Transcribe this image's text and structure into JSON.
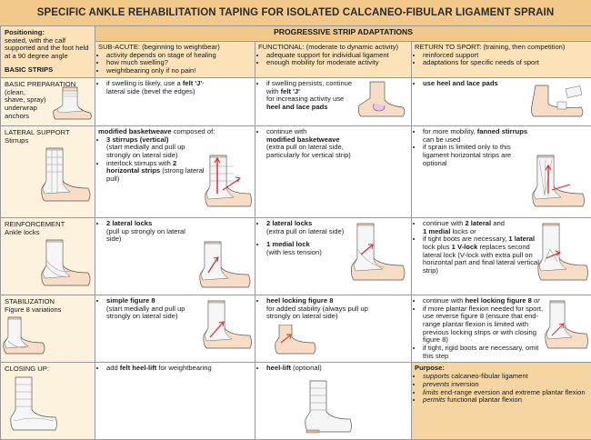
{
  "title": "SPECIFIC ANKLE REHABILITATION TAPING FOR ISOLATED CALCANEO-FIBULAR LIGAMENT SPRAIN",
  "header": {
    "positioning_label": "Positioning:",
    "positioning_text": "seated, with the calf supported and the foot held at a 90 degree angle",
    "basic_strips": "BASIC STRIPS",
    "progressive_title": "PROGRESSIVE STRIP ADAPTATIONS",
    "subacute": {
      "heading": "SUB-ACUTE: (beginning to weightbear)",
      "items": [
        "activity depends on stage of healing",
        "how much swelling?",
        "weightbearing only if no pain!"
      ]
    },
    "functional": {
      "heading": "FUNCTIONAL: (moderate to dynamic activity)",
      "items": [
        "adequate support for individual ligament",
        "enough mobility for moderate activity"
      ]
    },
    "rts": {
      "heading": "RETURN TO SPORT: (training, then competition)",
      "items": [
        "reinforced support",
        "adaptations for specific needs of sport"
      ]
    }
  },
  "rows": {
    "basic": {
      "label": "BASIC PREPARATION",
      "desc": "(clean, shave, spray) underwrap anchors",
      "subacute_pre": "if swelling is likely, use a ",
      "subacute_bold": "felt 'J'",
      "subacute_post": "-lateral side (bevel the edges)",
      "functional_pre": "if swelling persists, continue with ",
      "functional_bold": "felt 'J'",
      "functional_mid": " for increasing activity use ",
      "functional_bold2": "heel and lace pads",
      "rts_bold": "use heel and lace pads"
    },
    "lateral": {
      "label": "LATERAL SUPPORT",
      "desc": "Stirrups",
      "subacute_bold": "modified basketweave",
      "subacute_post": " composed of:",
      "sub_item1_bold": "3 stirrups (vertical)",
      "sub_item1_post": "(start medially and pull up strongly on lateral side)",
      "sub_item2_pre": "interlock stirrups with ",
      "sub_item2_bold": "2 horizontal strips",
      "sub_item2_post": " (strong lateral pull)",
      "functional_pre": "continue with ",
      "functional_bold": "modified basketweave",
      "functional_post": "(extra pull on lateral side, particularly for vertical strip)",
      "rts_item1_pre": "for more mobility, ",
      "rts_item1_bold": "fanned stirrups",
      "rts_item1_post": " can be used",
      "rts_item2": "if sprain is limited only to this ligament horizontal strips are optional"
    },
    "reinforcement": {
      "label": "REINFORCEMENT",
      "desc": "Ankle locks",
      "subacute_bold": "2 lateral locks",
      "subacute_post": "(pull up strongly on lateral side)",
      "functional_item1_bold": "2 lateral locks",
      "functional_item1_post": "(extra pull on lateral side)",
      "functional_item2_bold": "1 medial lock",
      "functional_item2_post": "(with less tension)",
      "rts_item1_pre": "continue with ",
      "rts_item1_bold": "2 lateral",
      "rts_item1_mid": " and ",
      "rts_item1_bold2": "1 medial",
      "rts_item1_post": " locks or",
      "rts_item2_pre": "if tight boots are necessary, ",
      "rts_item2_bold": "1 lateral",
      "rts_item2_mid": " lock plus ",
      "rts_item2_bold2": "1 V-lock",
      "rts_item2_post": " replaces second lateral lock (V-lock with extra pull on horizontal part and final lateral vertical strip)"
    },
    "stabilization": {
      "label": "STABILIZATION",
      "desc": "Figure 8 variations",
      "subacute_bold": "simple figure 8",
      "subacute_post": "(start medially and pull up strongly on lateral side)",
      "functional_bold": "heel locking figure 8",
      "functional_post": "for added stability (always pull up strongly on lateral side)",
      "rts_item1_pre": "continue with ",
      "rts_item1_bold": "heel locking figure 8",
      "rts_item1_post": " or",
      "rts_item2": "if more plantar flexion needed for sport, use reverse figure 8 (ensure that end-range plantar flexion is limited with previous locking strips or with closing figure 8)",
      "rts_item3": "if tight, rigid boots are necessary, omit this step"
    },
    "closing": {
      "label": "CLOSING UP:",
      "subacute_pre": "add ",
      "subacute_bold": "felt heel-lift",
      "subacute_post": " for weightbearing",
      "functional_bold": "heel-lift",
      "functional_post": " (optional)",
      "purpose_title": "Purpose:",
      "purpose_1_em": "supports",
      "purpose_1_post": " calcaneo-fibular ligament",
      "purpose_2_em": "prevents",
      "purpose_2_post": " inversion",
      "purpose_3_em": "limits",
      "purpose_3_post": " end-range eversion and extreme plantar flexion",
      "purpose_4_em": "permits",
      "purpose_4_post": " functional plantar flexion"
    }
  },
  "colors": {
    "title_bg": "#f2c98a",
    "header_bg": "#fbe2b8",
    "rowhead_bg": "#fdf2dd",
    "purpose_bg": "#f5d6a2",
    "arrow_red": "#d8262f",
    "tape_blue": "#a8c6e6"
  }
}
